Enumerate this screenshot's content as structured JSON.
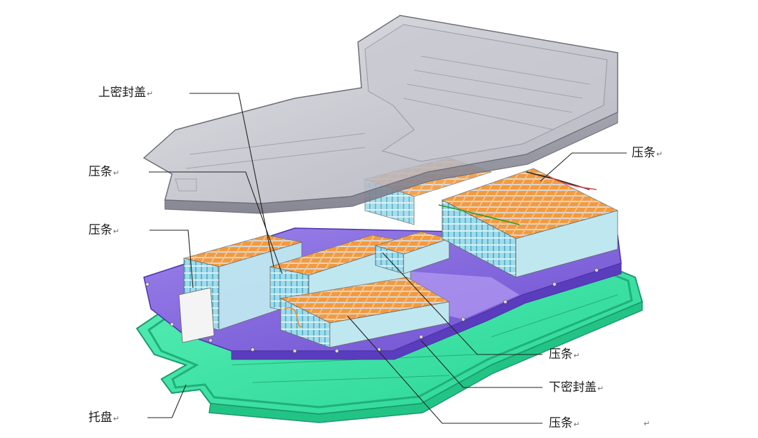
{
  "diagram": {
    "callouts": [
      {
        "id": "upper-seal-cover",
        "text": "上密封盖"
      },
      {
        "id": "press-strip-left-1",
        "text": "压条"
      },
      {
        "id": "press-strip-left-2",
        "text": "压条"
      },
      {
        "id": "tray",
        "text": "托盘"
      },
      {
        "id": "press-strip-right-top",
        "text": "压条"
      },
      {
        "id": "press-strip-right-mid",
        "text": "压条"
      },
      {
        "id": "lower-seal-cover",
        "text": "下密封盖"
      },
      {
        "id": "press-strip-right-bottom",
        "text": "压条"
      }
    ],
    "paragraph_mark": "↵",
    "colors": {
      "tray": "#3fe6a8",
      "lower_seal_cover": "#8466dc",
      "upper_seal_cover": "#b8b8c2",
      "cell_top": "#f2a24a",
      "cell_side": "#8fd4e6",
      "leader_line": "#222222"
    }
  }
}
